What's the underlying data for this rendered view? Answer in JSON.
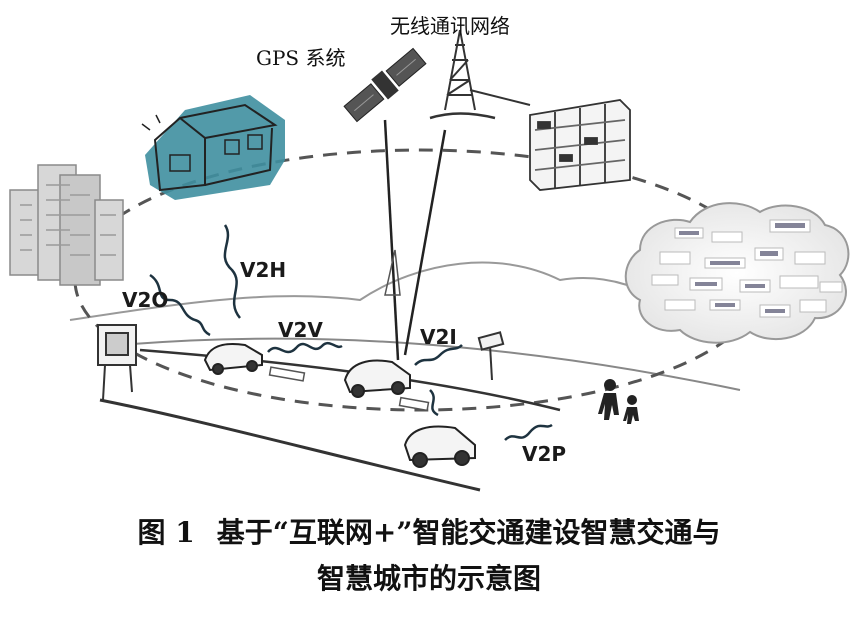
{
  "labels": {
    "gps": "GPS 系统",
    "wireless": "无线通讯网络",
    "v2h": "V2H",
    "v2o": "V2O",
    "v2v": "V2V",
    "v2i": "V2I",
    "v2p": "V2P"
  },
  "caption": {
    "figure_no": "图 1",
    "line1": "基于“互联网+”智能交通建设智慧交通与",
    "line2": "智慧城市的示意图"
  },
  "colors": {
    "house_fill": "#3f8fa0",
    "line": "#222222",
    "dashed": "#555555",
    "text": "#111111"
  }
}
